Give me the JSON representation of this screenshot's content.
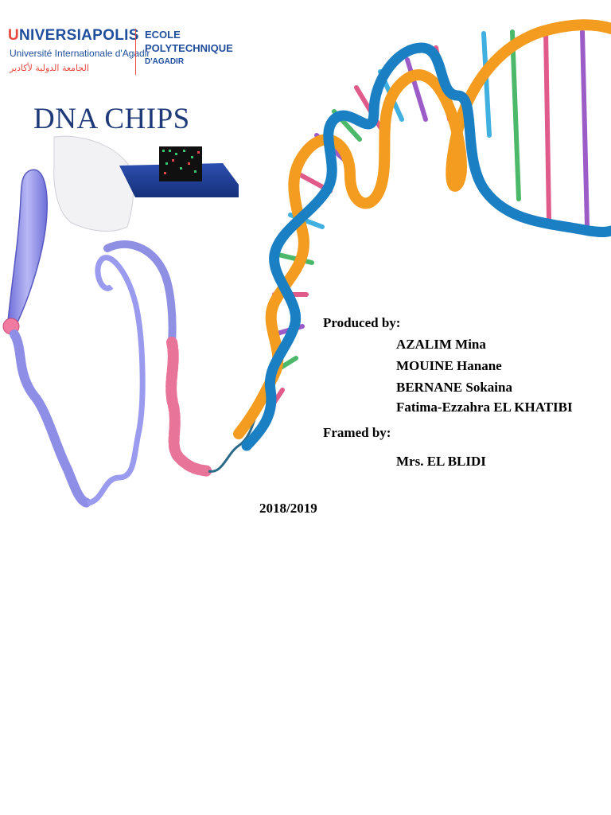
{
  "logo": {
    "university": "UNIVERSIAPOLIS",
    "university_first_letter": "U",
    "university_rest": "NIVERSIAPOLIS",
    "subtitle": "Université Internationale d'Agadir",
    "arabic": "الجامعة الدولية لأكادير",
    "school_line1": "ECOLE",
    "school_line2": "POLYTECHNIQUE",
    "school_line3": "D'AGADIR"
  },
  "title": "DNA CHIPS",
  "credits": {
    "produced_label": "Produced by:",
    "authors": [
      "AZALIM Mina",
      "MOUINE Hanane",
      "BERNANE Sokaina",
      "Fatima-Ezzahra EL KHATIBI"
    ],
    "framed_label": "Framed by:",
    "supervisor": "Mrs. EL BLIDI"
  },
  "year": "2018/2019",
  "colors": {
    "brand_blue": "#1f4e9c",
    "brand_red": "#e8473c",
    "title_blue": "#1e3a78",
    "helix_orange": "#f39c1f",
    "helix_blue": "#1b7fc4",
    "chromatin_purple": "#8e8ee6",
    "chromatin_pink": "#e8749a"
  }
}
